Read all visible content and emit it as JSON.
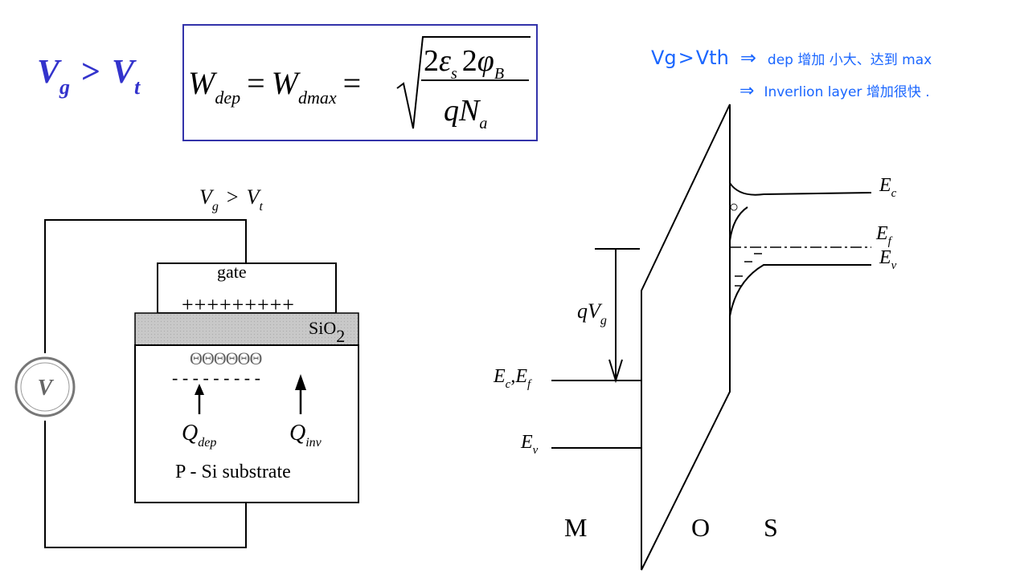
{
  "headline": {
    "v": "V",
    "g": "g",
    "gt": ">",
    "vt": "V",
    "t": "t",
    "color": "#3333cc"
  },
  "formula": {
    "lhs_W": "W",
    "lhs_sub": "dep",
    "eq": "=",
    "mid_W": "W",
    "mid_sub": "dmax",
    "num_2a": "2",
    "eps": "ε",
    "eps_sub": "s",
    "num_2b": "2",
    "phi": "φ",
    "phi_sub": "B",
    "den_q": "qN",
    "den_sub": "a",
    "border_color": "#3333aa"
  },
  "annotation": {
    "line1": {
      "vg": "Vg",
      "gt": ">",
      "vth": "Vth",
      "arrow": "⇒",
      "rest": "dep 增加 小大、达到 max"
    },
    "line2": {
      "arrow": "⇒",
      "rest": "Inverlion layer 增加很快 ."
    },
    "color": "#1a66ff"
  },
  "mos_device": {
    "top_label": {
      "v": "V",
      "g": "g",
      "gt": ">",
      "vt": "V",
      "t": "t"
    },
    "gate": "gate",
    "plus_charges": "+++++++++",
    "oxide": {
      "si": "SiO",
      "sub": "2"
    },
    "electrons": "ΘΘΘΘΘΘ",
    "dep_dashes": "- - - - - - - - -",
    "voltmeter": "V",
    "q_dep": {
      "q": "Q",
      "sub": "dep"
    },
    "q_inv": {
      "q": "Q",
      "sub": "inv"
    },
    "substrate": "P - Si substrate"
  },
  "band_diagram": {
    "ec_ef_left": {
      "e1": "E",
      "s1": "c",
      "comma": ",",
      "e2": "E",
      "s2": "f"
    },
    "ev_left": {
      "e": "E",
      "s": "v"
    },
    "qvg": {
      "q": "qV",
      "s": "g"
    },
    "ec_right": {
      "e": "E",
      "s": "c"
    },
    "ef_right": {
      "e": "E",
      "s": "f"
    },
    "ev_right": {
      "e": "E",
      "s": "v"
    },
    "region_m": "M",
    "region_o": "O",
    "region_s": "S",
    "hole": "○"
  }
}
